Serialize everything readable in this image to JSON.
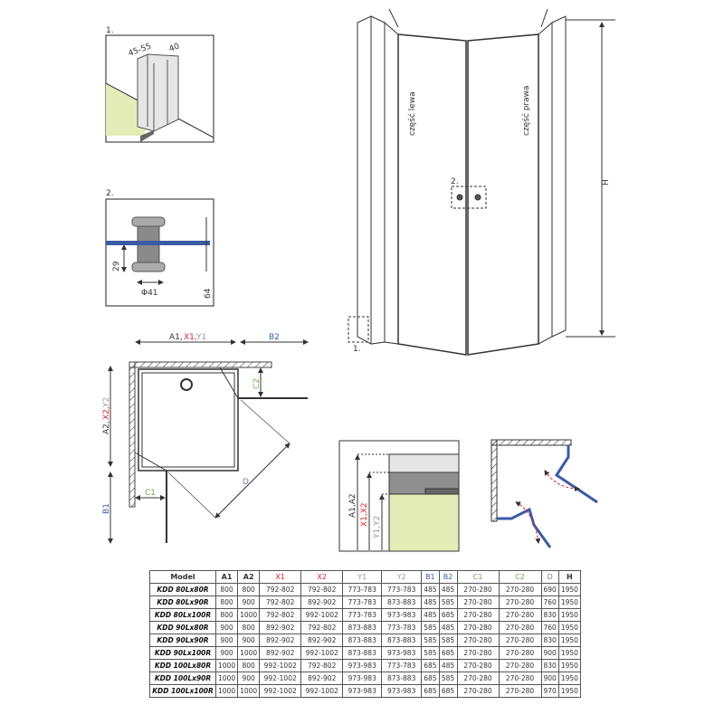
{
  "labels": {
    "detail1": "1.",
    "detail2": "2.",
    "dim_45_55": "45-55",
    "dim_40": "40",
    "dim_29": "29",
    "dim_64": "64",
    "dim_phi41": "Φ41",
    "left_part": "część lewa",
    "right_part": "część prawa",
    "height": "H",
    "callout1": "1.",
    "callout2": "2.",
    "plan_a1": "A1,",
    "plan_x1": "X1,",
    "plan_y1": "Y1",
    "plan_b2": "B2",
    "plan_a2": "A2,",
    "plan_x2": "X2,",
    "plan_y2": "Y2",
    "plan_b1": "B1",
    "plan_c1": "C1",
    "plan_c2": "C2",
    "plan_d": "D",
    "sec_a": "A1,A2",
    "sec_x": "X1,X2",
    "sec_y": "Y1,Y2"
  },
  "colors": {
    "red": "#d9232e",
    "blue": "#3b5ba5",
    "green": "#6aa84f",
    "purple": "#8e6bb5",
    "gray": "#999999"
  },
  "table": {
    "headers": [
      "Model",
      "A1",
      "A2",
      "X1",
      "X2",
      "Y1",
      "Y2",
      "B1",
      "B2",
      "C1",
      "C2",
      "D",
      "H"
    ],
    "rows": [
      [
        "KDD 80Lx80R",
        "800",
        "800",
        "792-802",
        "792-802",
        "773-783",
        "773-783",
        "485",
        "485",
        "270-280",
        "270-280",
        "690",
        "1950"
      ],
      [
        "KDD 80Lx90R",
        "800",
        "900",
        "792-802",
        "892-902",
        "773-783",
        "873-883",
        "485",
        "585",
        "270-280",
        "270-280",
        "760",
        "1950"
      ],
      [
        "KDD 80Lx100R",
        "800",
        "1000",
        "792-802",
        "992-1002",
        "773-783",
        "973-983",
        "485",
        "685",
        "270-280",
        "270-280",
        "830",
        "1950"
      ],
      [
        "KDD 90Lx80R",
        "900",
        "800",
        "892-902",
        "792-802",
        "873-883",
        "773-783",
        "585",
        "485",
        "270-280",
        "270-280",
        "760",
        "1950"
      ],
      [
        "KDD 90Lx90R",
        "900",
        "900",
        "892-902",
        "892-902",
        "873-883",
        "873-883",
        "585",
        "585",
        "270-280",
        "270-280",
        "830",
        "1950"
      ],
      [
        "KDD 90Lx100R",
        "900",
        "1000",
        "892-902",
        "992-1002",
        "873-883",
        "973-983",
        "585",
        "685",
        "270-280",
        "270-280",
        "900",
        "1950"
      ],
      [
        "KDD 100Lx80R",
        "1000",
        "800",
        "992-1002",
        "792-802",
        "973-983",
        "773-783",
        "685",
        "485",
        "270-280",
        "270-280",
        "830",
        "1950"
      ],
      [
        "KDD 100Lx90R",
        "1000",
        "900",
        "992-1002",
        "892-902",
        "973-983",
        "873-883",
        "685",
        "585",
        "270-280",
        "270-280",
        "900",
        "1950"
      ],
      [
        "KDD 100Lx100R",
        "1000",
        "1000",
        "992-1002",
        "992-1002",
        "973-983",
        "973-983",
        "685",
        "685",
        "270-280",
        "270-280",
        "970",
        "1950"
      ]
    ]
  }
}
